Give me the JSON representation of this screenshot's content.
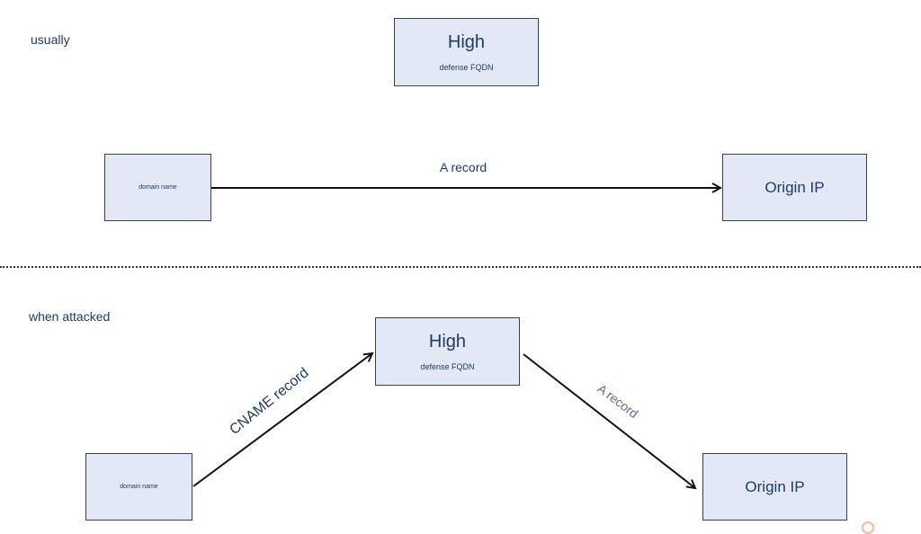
{
  "top": {
    "label": "usually",
    "high_box": {
      "title": "High",
      "subtitle": "defense FQDN"
    },
    "domain_box": {
      "label": "domain name"
    },
    "origin_box": {
      "label": "Origin IP"
    },
    "arrow_label": "A record"
  },
  "bottom": {
    "label": "when attacked",
    "high_box": {
      "title": "High",
      "subtitle": "defense FQDN"
    },
    "domain_box": {
      "label": "domain name"
    },
    "origin_box": {
      "label": "Origin IP"
    },
    "cname_label": "CNAME record",
    "a_record_label": "A record"
  },
  "colors": {
    "box_fill": "#e3e8f6",
    "box_border": "#3a3f4a",
    "text": "#1f3b64",
    "arrow": "#111111"
  }
}
